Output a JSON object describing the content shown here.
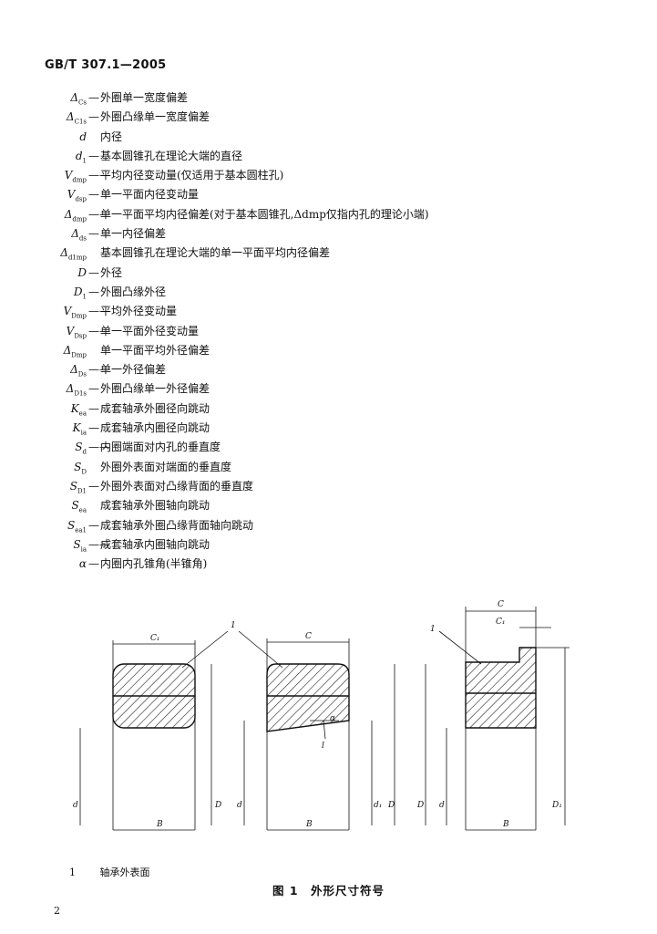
{
  "header": {
    "standard": "GB/T 307.1—2005"
  },
  "definitions": [
    {
      "symbol": "Δ",
      "sub": "Cs",
      "dash": "—",
      "text": "外圈单一宽度偏差"
    },
    {
      "symbol": "Δ",
      "sub": "C1s",
      "dash": "—",
      "text": "外圈凸缘单一宽度偏差"
    },
    {
      "symbol": "d",
      "sub": "",
      "dash": "",
      "text": "内径"
    },
    {
      "symbol": "d",
      "sub": "1",
      "dash": "—",
      "text": "基本圆锥孔在理论大端的直径"
    },
    {
      "symbol": "V",
      "sub": "dmp",
      "dash": "——",
      "text": "平均内径变动量(仅适用于基本圆柱孔)"
    },
    {
      "symbol": "V",
      "sub": "dsp",
      "dash": "—",
      "text": "单一平面内径变动量"
    },
    {
      "symbol": "Δ",
      "sub": "dmp",
      "dash": "——",
      "text": "单一平面平均内径偏差(对于基本圆锥孔,Δdmp仅指内孔的理论小端)"
    },
    {
      "symbol": "Δ",
      "sub": "ds",
      "dash": "—",
      "text": "单一内径偏差"
    },
    {
      "symbol": "Δ",
      "sub": "d1mp",
      "dash": "",
      "text": "基本圆锥孔在理论大端的单一平面平均内径偏差"
    },
    {
      "symbol": "D",
      "sub": "",
      "dash": "—",
      "text": "外径"
    },
    {
      "symbol": "D",
      "sub": "1",
      "dash": "—",
      "text": "外圈凸缘外径"
    },
    {
      "symbol": "V",
      "sub": "Dmp",
      "dash": "——",
      "text": "平均外径变动量"
    },
    {
      "symbol": "V",
      "sub": "Dsp",
      "dash": "——",
      "text": "单一平面外径变动量"
    },
    {
      "symbol": "Δ",
      "sub": "Dmp",
      "dash": "",
      "text": "单一平面平均外径偏差"
    },
    {
      "symbol": "Δ",
      "sub": "Ds",
      "dash": "——",
      "text": "单一外径偏差"
    },
    {
      "symbol": "Δ",
      "sub": "D1s",
      "dash": "—",
      "text": "外圈凸缘单一外径偏差"
    },
    {
      "symbol": "K",
      "sub": "ea",
      "dash": "—",
      "text": "成套轴承外圈径向跳动"
    },
    {
      "symbol": "K",
      "sub": "ia",
      "dash": "—",
      "text": "成套轴承内圈径向跳动"
    },
    {
      "symbol": "S",
      "sub": "d",
      "dash": "——",
      "text": "内圈端面对内孔的垂直度"
    },
    {
      "symbol": "S",
      "sub": "D",
      "dash": "",
      "text": "外圈外表面对端面的垂直度"
    },
    {
      "symbol": "S",
      "sub": "D1",
      "dash": "—",
      "text": "外圈外表面对凸缘背面的垂直度"
    },
    {
      "symbol": "S",
      "sub": "ea",
      "dash": "",
      "text": "成套轴承外圈轴向跳动"
    },
    {
      "symbol": "S",
      "sub": "ea1",
      "dash": "—",
      "text": "成套轴承外圈凸缘背面轴向跳动"
    },
    {
      "symbol": "S",
      "sub": "ia",
      "dash": "——",
      "text": "成套轴承内圈轴向跳动"
    },
    {
      "symbol": "α",
      "sub": "",
      "dash": "—",
      "text": "内圈内孔锥角(半锥角)"
    }
  ],
  "figure": {
    "callout": "1",
    "labels": {
      "C1_top": "C₁",
      "C_mid": "C",
      "C_right": "C",
      "C1_right": "C₁",
      "B_left": "B",
      "B_mid": "B",
      "B_right": "B",
      "d_left": "d",
      "D_left": "D",
      "d_mid": "d",
      "d1_mid": "d₁",
      "D_mid": "D",
      "d_right": "d",
      "D_right": "D",
      "D1_right": "D₁",
      "alpha": "α",
      "l": "l"
    }
  },
  "legend": {
    "number": "1",
    "text": "轴承外表面"
  },
  "caption": "图 1　外形尺寸符号",
  "page_number": "2"
}
